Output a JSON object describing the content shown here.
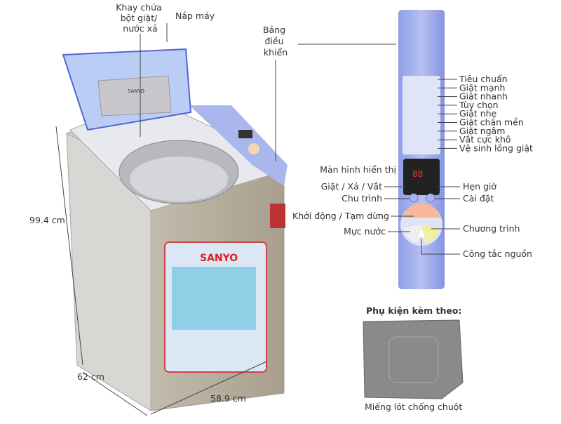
{
  "machine": {
    "brand": "SANYO",
    "parts": {
      "detergent_tray": [
        "Khay chứa",
        "bột giặt/",
        "nước xả"
      ],
      "lid": "Nắp máy",
      "control_panel": [
        "Bảng",
        "điều",
        "khiển"
      ]
    },
    "dimensions": {
      "height": "99.4 cm",
      "depth": "62 cm",
      "width": "58.9 cm"
    }
  },
  "control_panel": {
    "programs": [
      "Tiêu chuẩn",
      "Giặt mạnh",
      "Giặt nhanh",
      "Tùy chọn",
      "Giặt nhẹ",
      "Giặt chăn mền",
      "Giặt ngâm",
      "Vắt cực khô",
      "Vệ sinh lồng giặt"
    ],
    "left_labels": [
      "Màn hình hiển thị",
      "Giặt / Xả / Vắt",
      "Chu trình",
      "Khởi động / Tạm dừng",
      "Mực nước"
    ],
    "right_labels": [
      "Hẹn giờ",
      "Cài đặt",
      "Chương trình",
      "Công tắc nguồn"
    ]
  },
  "accessory": {
    "heading": "Phụ kiện kèm theo:",
    "name": "Miếng lót chống chuột"
  },
  "colors": {
    "panel": "#8c9be6",
    "lid": "#9fb5f0",
    "body": "#b9b3a6",
    "display": "#222222",
    "start_button": "#f6b79a"
  }
}
